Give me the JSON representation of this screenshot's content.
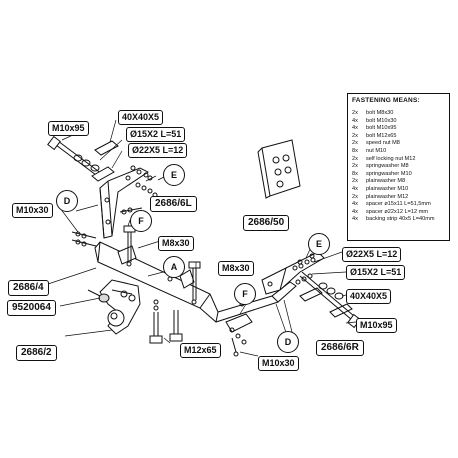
{
  "labels": {
    "m10x95_left": "M10x95",
    "40x40x5_left": "40X40X5",
    "o15x2_left": "Ø15X2 L=51",
    "o22x5_left": "Ø22X5 L=12",
    "part_2686_6l": "2686/6L",
    "part_2686_50": "2686/50",
    "m10x30_left": "M10x30",
    "m8x30_top": "M8x30",
    "m8x30_mid": "M8x30",
    "part_2686_4": "2686/4",
    "part_9520064": "9520064",
    "part_2686_2": "2686/2",
    "m12x65": "M12x65",
    "m10x30_bottom": "M10x30",
    "o22x5_right": "Ø22X5 L=12",
    "o15x2_right": "Ø15X2 L=51",
    "40x40x5_right": "40X40X5",
    "m10x95_right": "M10x95",
    "part_2686_6r": "2686/6R"
  },
  "circles": {
    "e_top": "E",
    "d_left": "D",
    "f_left": "F",
    "a": "A",
    "e_right": "E",
    "f_bottom": "F",
    "d_bottom": "D"
  },
  "fastening": {
    "title": "FASTENING MEANS:",
    "items": [
      {
        "qty": "2x",
        "desc": "bolt M8x30"
      },
      {
        "qty": "4x",
        "desc": "bolt M10x30"
      },
      {
        "qty": "4x",
        "desc": "bolt M10x95"
      },
      {
        "qty": "2x",
        "desc": "bolt M12x65"
      },
      {
        "qty": "2x",
        "desc": "speed nut M8"
      },
      {
        "qty": "8x",
        "desc": "nut M10"
      },
      {
        "qty": "2x",
        "desc": "self locking nut M12"
      },
      {
        "qty": "2x",
        "desc": "springwasher M8"
      },
      {
        "qty": "8x",
        "desc": "springwasher M10"
      },
      {
        "qty": "2x",
        "desc": "plainwasher M8"
      },
      {
        "qty": "4x",
        "desc": "plainwasher M10"
      },
      {
        "qty": "2x",
        "desc": "plainwasher M12"
      },
      {
        "qty": "4x",
        "desc": "spacer ø15x11 L=51,5mm"
      },
      {
        "qty": "4x",
        "desc": "spacer ø22x12 L=12 mm"
      },
      {
        "qty": "4x",
        "desc": "backing strip 40x5 L=40mm"
      }
    ]
  },
  "colors": {
    "line": "#111111",
    "fill": "#ffffff",
    "shade": "#d9d9d9"
  }
}
